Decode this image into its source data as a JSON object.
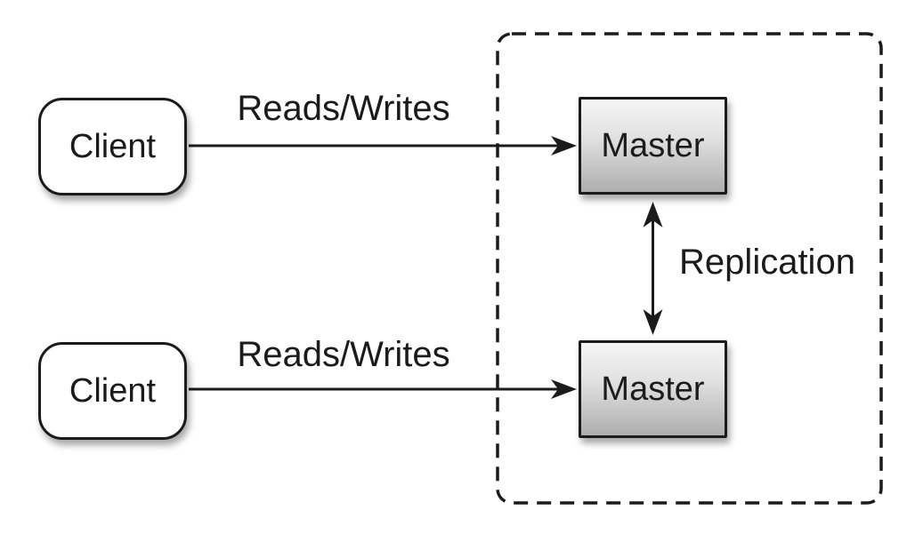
{
  "diagram_type": "replication-architecture",
  "colors": {
    "background": "#ffffff",
    "line": "#1b1b1b",
    "text": "#1b1b1b",
    "node_border": "#1b1b1b",
    "client_fill": "#ffffff",
    "master_fill_top": "#f5f5f5",
    "master_fill_bottom": "#aeaeae"
  },
  "nodes": {
    "client_top": {
      "label": "Client"
    },
    "client_bottom": {
      "label": "Client"
    },
    "master_top": {
      "label": "Master"
    },
    "master_bottom": {
      "label": "Master"
    }
  },
  "edges": {
    "reads_writes_top": {
      "label": "Reads/Writes",
      "from": "client_top",
      "to": "master_top",
      "direction": "one-way"
    },
    "reads_writes_bottom": {
      "label": "Reads/Writes",
      "from": "client_bottom",
      "to": "master_bottom",
      "direction": "one-way"
    },
    "replication": {
      "label": "Replication",
      "from": "master_top",
      "to": "master_bottom",
      "direction": "two-way"
    }
  },
  "cluster": {
    "contains": [
      "master_top",
      "master_bottom"
    ],
    "style": "dashed-rounded-boundary"
  }
}
